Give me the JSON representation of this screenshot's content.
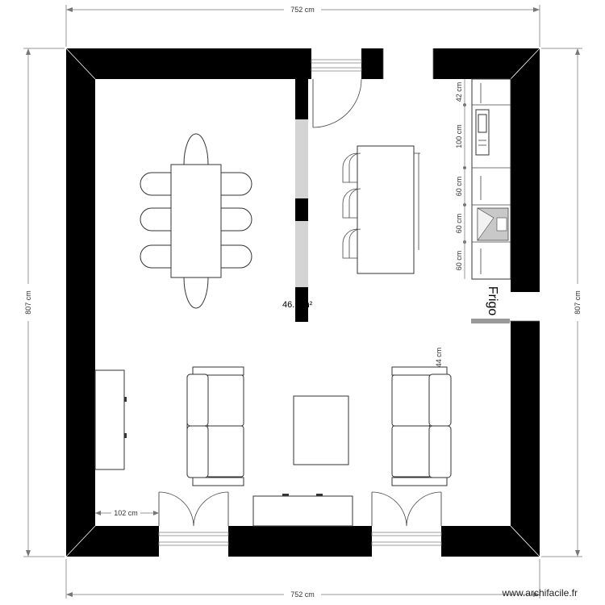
{
  "plan": {
    "dims": {
      "top": "752 cm",
      "bottom": "752 cm",
      "left": "807 cm",
      "right": "807 cm"
    },
    "interior": {
      "area": "46.   m²",
      "wall_gap": "102 cm",
      "sofa_depth": "44 cm"
    },
    "kitchen": {
      "dims": [
        "42 cm",
        "100 cm",
        "60 cm",
        "60 cm",
        "60 cm"
      ],
      "fridge_label": "Frigo"
    },
    "watermark": "www.archifacile.fr"
  }
}
